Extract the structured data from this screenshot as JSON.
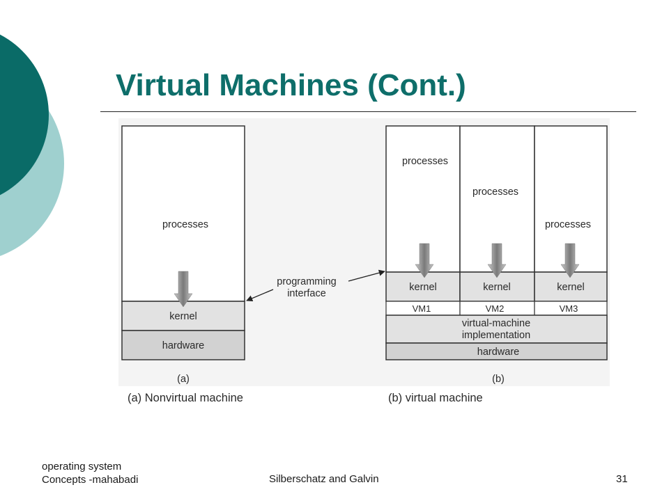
{
  "slide": {
    "title": "Virtual Machines (Cont.)",
    "footer_left_line1": "operating system",
    "footer_left_line2": "Concepts  -mahabadi",
    "footer_center": "Silberschatz and Galvin",
    "page_number": "31",
    "theme_colors": {
      "title": "#0e6e6a",
      "dark_teal": "#0a6b67",
      "light_teal": "#9fd0cf"
    }
  },
  "diagram": {
    "a": {
      "processes": "processes",
      "kernel": "kernel",
      "hardware": "hardware",
      "letter": "(a)",
      "caption": "(a) Nonvirtual machine"
    },
    "programming_interface_line1": "programming",
    "programming_interface_line2": "interface",
    "b": {
      "processes_1": "processes",
      "processes_2": "processes",
      "processes_3": "processes",
      "kernel_1": "kernel",
      "kernel_2": "kernel",
      "kernel_3": "kernel",
      "vm_1": "VM1",
      "vm_2": "VM2",
      "vm_3": "VM3",
      "vmi_line1": "virtual-machine",
      "vmi_line2": "implementation",
      "hardware": "hardware",
      "letter": "(b)",
      "caption": "(b) virtual machine"
    }
  }
}
